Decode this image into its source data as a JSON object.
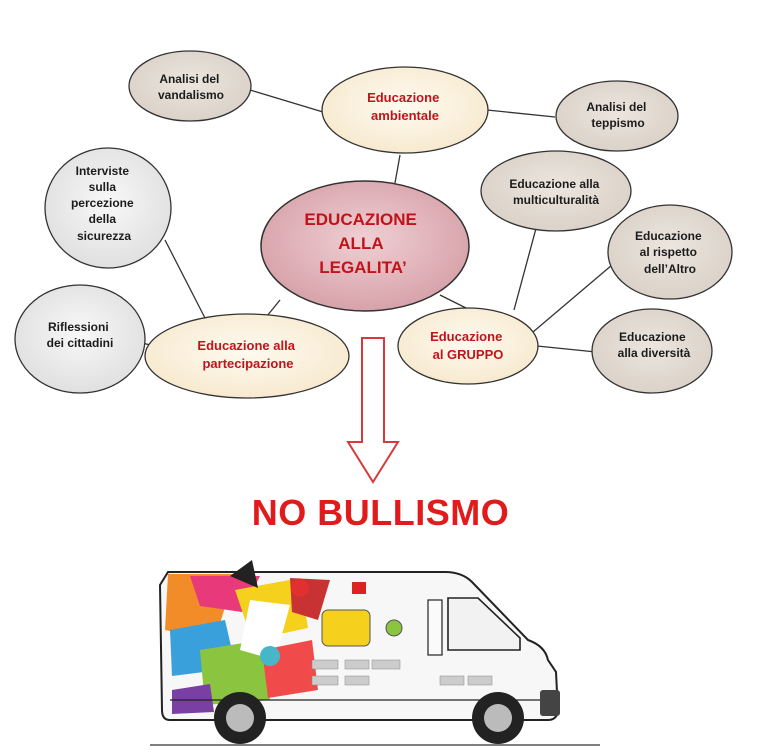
{
  "diagram": {
    "center": {
      "lines": [
        "EDUCAZIONE",
        "ALLA",
        "LEGALITA’"
      ]
    },
    "nodes": {
      "analisi_vandalismo": {
        "lines": [
          "Analisi del",
          "vandalismo"
        ]
      },
      "educazione_ambientale": {
        "lines": [
          "Educazione",
          "ambientale"
        ]
      },
      "analisi_teppismo": {
        "lines": [
          "Analisi del",
          "teppismo"
        ]
      },
      "interviste": {
        "lines": [
          "Interviste",
          "sulla",
          "percezione",
          "della",
          "sicurezza"
        ]
      },
      "multiculturalita": {
        "lines": [
          "Educazione alla",
          "multiculturalità"
        ]
      },
      "rispetto_altro": {
        "lines": [
          "Educazione",
          "al rispetto",
          "dell’Altro"
        ]
      },
      "riflessioni": {
        "lines": [
          "Riflessioni",
          "dei cittadini"
        ]
      },
      "partecipazione": {
        "lines": [
          "Educazione alla",
          "partecipazione"
        ]
      },
      "gruppo": {
        "lines": [
          "Educazione",
          "al GRUPPO"
        ]
      },
      "diversita": {
        "lines": [
          "Educazione",
          "alla diversità"
        ]
      }
    }
  },
  "headline": "NO BULLISMO",
  "colors": {
    "red_text": "#c0141b",
    "dark_text": "#1c1c1c",
    "headline": "#e11b1b",
    "center_fill": "#dcaab1",
    "cream_fill": "#fbf1dc",
    "grey_fill": "#e2dbd3",
    "white_fill": "#eeeeee",
    "arrow": "#d73a3a"
  },
  "van": {
    "description_icon": "van-illustration"
  }
}
